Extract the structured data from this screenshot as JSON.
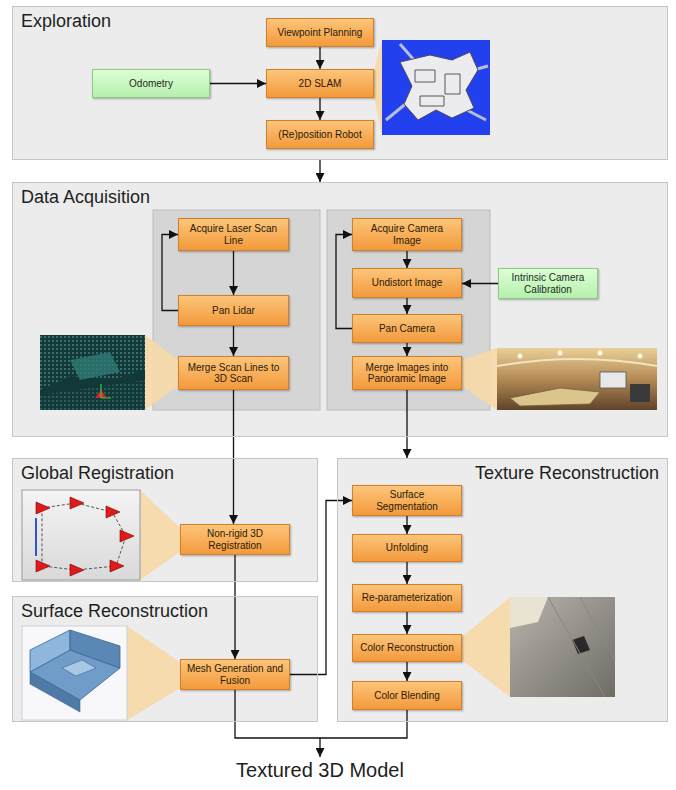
{
  "diagram": {
    "nodes": [
      {
        "text": [
          "Exploration"
        ]
      },
      {
        "text": [
          "Viewpoint Planning"
        ],
        "in": 0
      },
      {
        "text": [
          "Odometry"
        ],
        "in": 0
      },
      {
        "text": [
          "2D SLAM"
        ],
        "in": 0
      },
      {
        "text": [
          "(Re)position Robot"
        ],
        "in": 0
      },
      {
        "text": [
          "Data Acquisition"
        ]
      },
      {
        "text": [
          "Acquire Laser Scan Line"
        ],
        "in": 5
      },
      {
        "text": [
          "Pan Lidar"
        ],
        "in": 5
      },
      {
        "text": [
          "Merge Scan Lines to 3D Scan"
        ],
        "in": 5
      },
      {
        "text": [
          "Acquire Camera Image"
        ],
        "in": 5
      },
      {
        "text": [
          "Undistort Image"
        ],
        "in": 5
      },
      {
        "text": [
          "Intrinsic Camera Calibration"
        ],
        "in": 5
      },
      {
        "text": [
          "Pan Camera"
        ],
        "in": 5
      },
      {
        "text": [
          "Merge Images into Panoramic Image"
        ],
        "in": 5
      },
      {
        "text": [
          "Global Registration"
        ]
      },
      {
        "text": [
          "Non-rigid 3D Registration"
        ],
        "in": 14
      },
      {
        "text": [
          "Surface Reconstruction"
        ]
      },
      {
        "text": [
          "Mesh Generation and Fusion"
        ],
        "in": 16
      },
      {
        "text": [
          "Texture Reconstruction"
        ]
      },
      {
        "text": [
          "Surface Segmentation"
        ],
        "in": 18
      },
      {
        "text": [
          "Unfolding"
        ],
        "in": 18
      },
      {
        "text": [
          "Re-parameterization"
        ],
        "in": 18
      },
      {
        "text": [
          "Color Reconstruction"
        ],
        "in": 18
      },
      {
        "text": [
          "Color Blending"
        ],
        "in": 18
      }
    ],
    "edges": [
      {
        "from": 1,
        "to": 3,
        "arrow": "to"
      },
      {
        "from": 2,
        "to": 3,
        "arrow": "to"
      },
      {
        "from": 3,
        "to": 4,
        "arrow": "to"
      },
      {
        "from": 0,
        "to": 5,
        "arrow": "to"
      },
      {
        "from": 6,
        "to": 7,
        "arrow": "to"
      },
      {
        "from": 7,
        "to": 6,
        "arrow": "to"
      },
      {
        "from": 7,
        "to": 8,
        "arrow": "to"
      },
      {
        "from": 9,
        "to": 10,
        "arrow": "to"
      },
      {
        "from": 11,
        "to": 10,
        "arrow": "to"
      },
      {
        "from": 10,
        "to": 12,
        "arrow": "to"
      },
      {
        "from": 12,
        "to": 9,
        "arrow": "to"
      },
      {
        "from": 12,
        "to": 13,
        "arrow": "to"
      },
      {
        "from": 8,
        "to": 15,
        "arrow": "to"
      },
      {
        "from": 13,
        "to": 18,
        "arrow": "to"
      },
      {
        "from": 15,
        "to": 17,
        "arrow": "to"
      },
      {
        "from": 17,
        "to": 19,
        "arrow": "to"
      },
      {
        "from": 19,
        "to": 20,
        "arrow": "to"
      },
      {
        "from": 20,
        "to": 21,
        "arrow": "to"
      },
      {
        "from": 21,
        "to": 22,
        "arrow": "to"
      },
      {
        "from": 22,
        "to": 23,
        "arrow": "to"
      }
    ],
    "labels": [
      "Textured 3D Model"
    ]
  }
}
